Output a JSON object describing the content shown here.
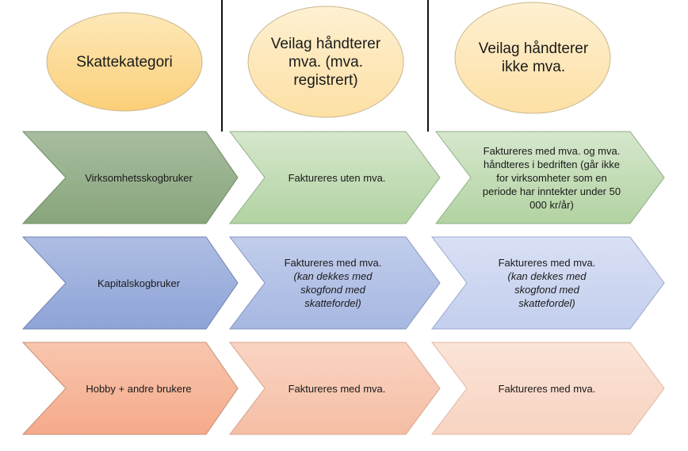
{
  "headers": [
    "Skattekategori",
    "Veilag håndterer mva. (mva. registrert)",
    "Veilag håndterer ikke mva."
  ],
  "rows": [
    {
      "category": "Virksomhetsskogbruker",
      "with_vat_handler": {
        "main": "Faktureres uten mva.",
        "note": ""
      },
      "without_vat_handler": {
        "main": "Faktureres med mva. og mva. håndteres i bedriften (går ikke for virksomheter som en periode har inntekter under 50 000 kr/år)",
        "note": ""
      }
    },
    {
      "category": "Kapitalskogbruker",
      "with_vat_handler": {
        "main": "Faktureres med mva.",
        "note": "(kan dekkes med skogfond med skattefordel)"
      },
      "without_vat_handler": {
        "main": "Faktureres med mva.",
        "note": "(kan dekkes med skogfond med skattefordel)"
      }
    },
    {
      "category": "Hobby + andre brukere",
      "with_vat_handler": {
        "main": "Faktureres med mva.",
        "note": ""
      },
      "without_vat_handler": {
        "main": "Faktureres med mva.",
        "note": ""
      }
    }
  ],
  "colors": {
    "green": "#9bb28f",
    "blue": "#a0b2df",
    "orange": "#f6b89c",
    "header": "#fddc98"
  }
}
